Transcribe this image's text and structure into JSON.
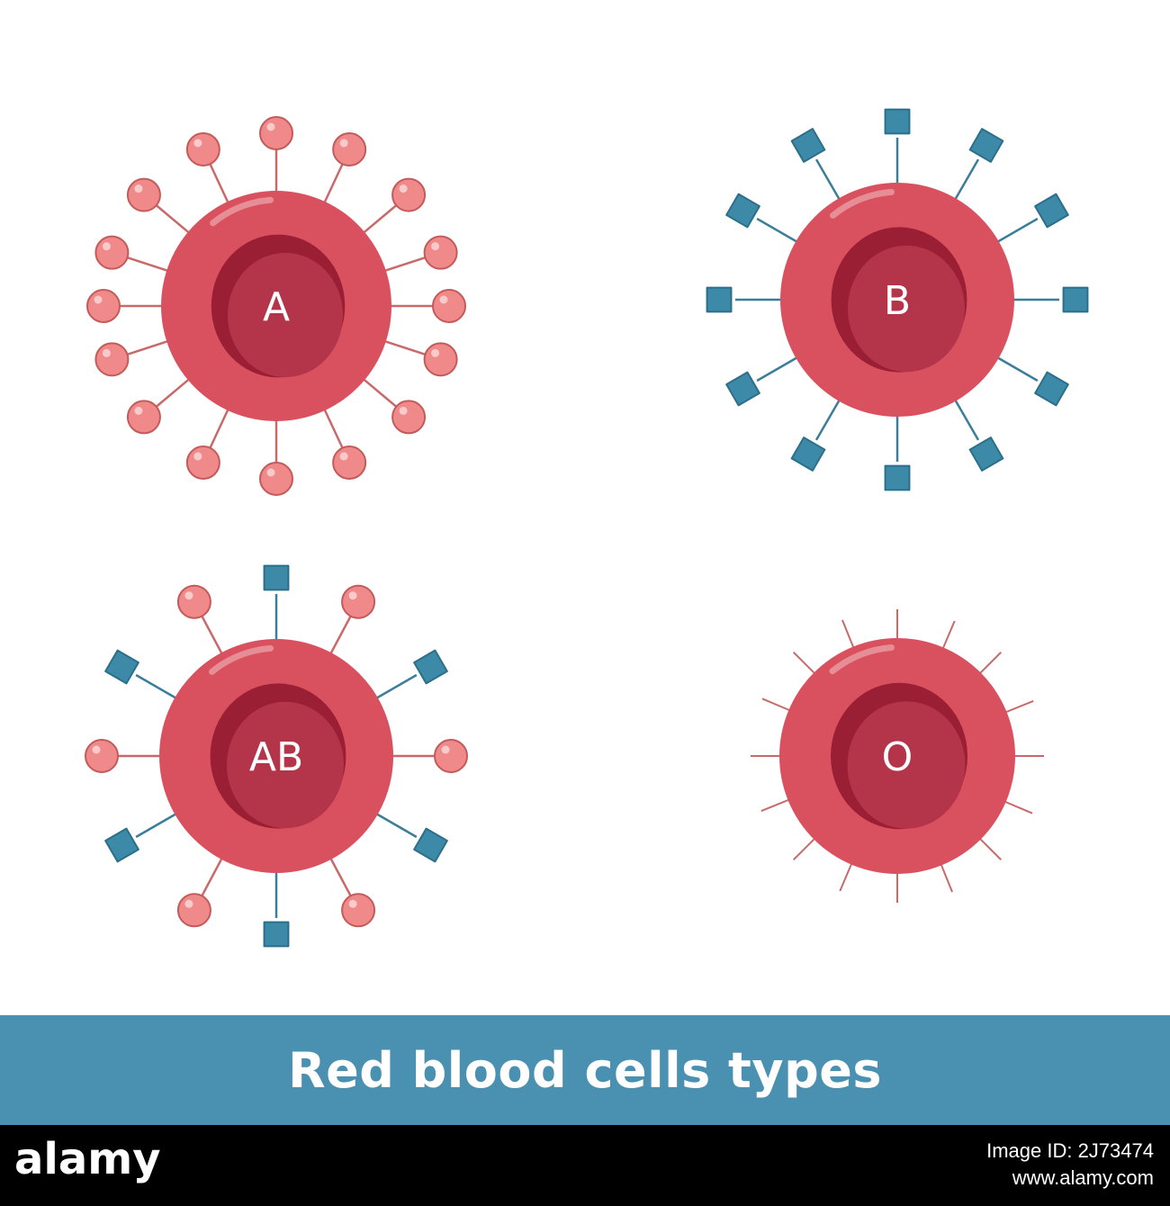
{
  "colors": {
    "cell_outer": "#d9505f",
    "cell_inner": "#b4344a",
    "cell_dark": "#9a1e34",
    "antigen_a_fill": "#f08a8a",
    "antigen_a_stroke": "#c45a5a",
    "antigen_b_fill": "#3c8aa8",
    "antigen_b_stroke": "#2b6f8a",
    "stick_a": "#c86a6a",
    "stick_b": "#3a7e9a",
    "banner": "#4a90b0"
  },
  "cells": [
    {
      "id": "a",
      "label": "A",
      "antigens": "A"
    },
    {
      "id": "b",
      "label": "B",
      "antigens": "B"
    },
    {
      "id": "ab",
      "label": "AB",
      "antigens": "AB"
    },
    {
      "id": "o",
      "label": "O",
      "antigens": "none"
    }
  ],
  "title": "Red blood cells types",
  "footer": {
    "logo": "alamy",
    "image_id_line": "Image ID: 2J73474",
    "site": "www.alamy.com"
  }
}
